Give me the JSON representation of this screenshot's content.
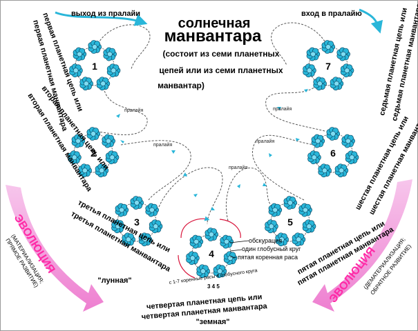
{
  "title": {
    "line1": "солнечная",
    "line2": "манвантара",
    "sub1": "(состоит из семи планетных",
    "sub2": "цепей или из семи планетных",
    "sub3": "манвантар)"
  },
  "exit_label": "выход из пралайи",
  "entry_label": "вход в пралайю",
  "pralaya_label": "пралайя",
  "chains": [
    {
      "number": "1",
      "caption_lines": [
        "первая планетная цепь или",
        "первая планетная манвантара"
      ]
    },
    {
      "number": "2",
      "caption_lines": [
        "вторая планетная цепь или",
        "вторая планетная манвантара"
      ]
    },
    {
      "number": "3",
      "caption_lines": [
        "третья планетная цепь или",
        "третья планетная манвантара",
        "\"лунная\""
      ]
    },
    {
      "number": "4",
      "caption_lines": [
        "четвертая планетная цепь или",
        "четвертая планетная манвантара",
        "\"земная\""
      ]
    },
    {
      "number": "5",
      "caption_lines": [
        "пятая планетная цепь или",
        "пятая планетная манвантара"
      ]
    },
    {
      "number": "6",
      "caption_lines": [
        "шестая планетная цепь или",
        "шестая планетная манвантара"
      ]
    },
    {
      "number": "7",
      "caption_lines": [
        "седьмая планетная цепь или",
        "седьмая планетная манвантара"
      ]
    }
  ],
  "chain4_notes": {
    "obscuration": "обскурация",
    "globe_round": "один глобусный круг",
    "fifth_race": "пятая коренная раса",
    "races": "с 1-7 коренные расы 4 глобусного круга",
    "race_digits": "3 4 5"
  },
  "evolution_left": {
    "word": "ЭВОЛЮЦИЯ",
    "note1": "(МАТЕРИАЛИЗАЦИЯ;",
    "note2": "ПРЯМОЕ РАЗВИТИЕ)"
  },
  "evolution_right": {
    "word": "ЭВОЛЮЦИЯ",
    "note1": "(ДЕМАТЕРИАЛИЗАЦИЯ;",
    "note2": "ОБРАТНОЕ РАЗВИТИЕ)"
  },
  "colors": {
    "globe": "#29b6d9",
    "arrow_pink": "#f29bd8",
    "evolution_text": "#ff2aa6"
  }
}
